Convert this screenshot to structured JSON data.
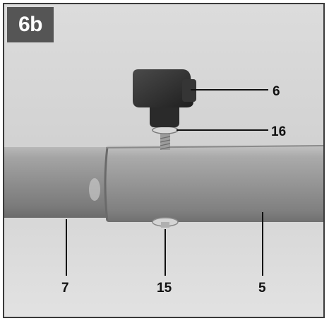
{
  "figure": {
    "badge": "6b",
    "callouts": {
      "knob": "6",
      "washer_top": "16",
      "tube_left": "7",
      "washer_bottom": "15",
      "tube_right": "5"
    }
  },
  "colors": {
    "badge_bg": "#555555",
    "tube": "#9a9a9a",
    "knob": "#2f2f2f",
    "leader": "#111111"
  }
}
